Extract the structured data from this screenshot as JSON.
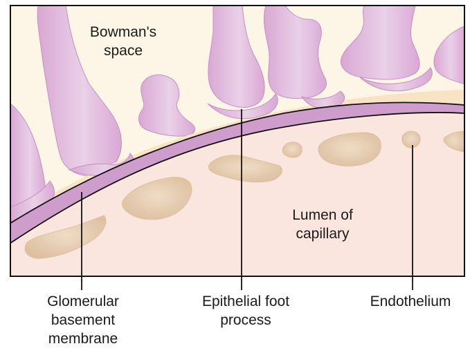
{
  "labels": {
    "bowmans_space": [
      "Bowman's",
      "space"
    ],
    "lumen": [
      "Lumen of",
      "capillary"
    ],
    "gbm": [
      "Glomerular",
      "basement",
      "membrane"
    ],
    "foot_process": [
      "Epithelial foot",
      "process"
    ],
    "endothelium": [
      "Endothelium"
    ]
  },
  "colors": {
    "bowmans_space": "#fdf6e6",
    "podocyte": "#d9a8d4",
    "podocyte_light": "#ead0e8",
    "podocyte_outline": "#c48fc0",
    "subepithelial_band": "#f8e3c4",
    "gbm": "#cf9dcc",
    "lumen": "#fae6df",
    "endothelium": "#ddc0a0",
    "endothelium_light": "#efdcc6",
    "line": "#111111"
  }
}
